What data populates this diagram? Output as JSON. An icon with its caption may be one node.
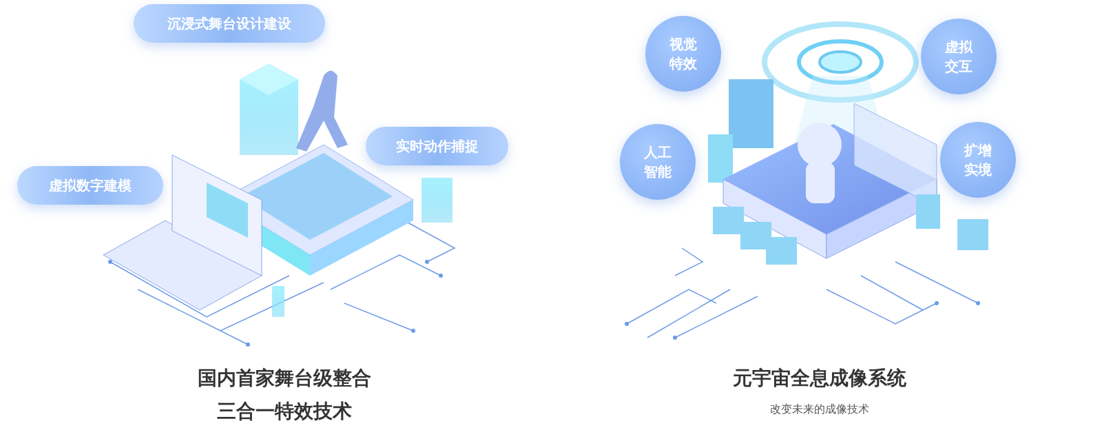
{
  "diagram": {
    "nodes": [
      {
        "text": [
          "沉浸式舞台设计建设"
        ]
      },
      {
        "text": [
          "实时动作捕捉"
        ]
      },
      {
        "text": [
          "虚拟数字建模"
        ]
      },
      {
        "text": [
          "视觉特效"
        ]
      },
      {
        "text": [
          "虚拟交互"
        ]
      },
      {
        "text": [
          "人工智能"
        ]
      },
      {
        "text": [
          "扩增实境"
        ]
      }
    ],
    "labels": [
      "国内首家舞台级整合",
      "三合一特效技术",
      "元宇宙全息成像系统",
      "改变未来的成像技术"
    ]
  }
}
